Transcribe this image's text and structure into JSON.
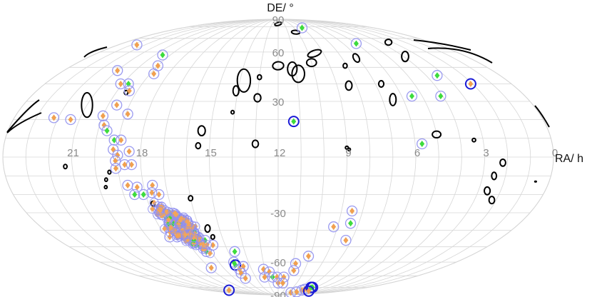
{
  "chart_data": {
    "type": "scatter",
    "projection": "mollweide",
    "xlabel": "RA/ h",
    "ylabel": "DE/ °",
    "xlim": [
      0,
      24
    ],
    "ylim": [
      -90,
      90
    ],
    "grid": true,
    "x_ticks": [
      "0",
      "21",
      "18",
      "15",
      "12",
      "9",
      "6",
      "3"
    ],
    "y_ticks": [
      "90",
      "60",
      "30",
      "-30",
      "-60",
      "-90"
    ],
    "colors": {
      "error_region": "#000000",
      "source_ring": "#9a9af0",
      "source_ring_strong": "#1a1ad6",
      "marker_orange": "#f0a050",
      "marker_green": "#3ddc3d",
      "cluster_fill": "#f2a55a"
    },
    "error_regions": [
      {
        "ra": 9.6,
        "dec": 59,
        "a": 4.6,
        "b": 2.0,
        "rot": -20
      },
      {
        "ra": 10.9,
        "dec": 46,
        "a": 4.1,
        "b": 5.6,
        "rot": 0
      },
      {
        "ra": 10.0,
        "dec": 53,
        "a": 3.2,
        "b": 2.5,
        "rot": 0
      },
      {
        "ra": 11.2,
        "dec": 49,
        "a": 3.1,
        "b": 4.5,
        "rot": 0
      },
      {
        "ra": 12.0,
        "dec": 51,
        "a": 3.6,
        "b": 2.6,
        "rot": -5
      },
      {
        "ra": 13.8,
        "dec": 42,
        "a": 4.3,
        "b": 7.5,
        "rot": 0
      },
      {
        "ra": 14.1,
        "dec": 36,
        "a": 1.9,
        "b": 3.2,
        "rot": 0
      },
      {
        "ra": 8.4,
        "dec": 39,
        "a": 2.1,
        "b": 3.0,
        "rot": 0
      },
      {
        "ra": 8.1,
        "dec": 51,
        "a": 1.3,
        "b": 1.6,
        "rot": 0
      },
      {
        "ra": 5.0,
        "dec": 12,
        "a": 2.8,
        "b": 2.2,
        "rot": 0
      },
      {
        "ra": 3.4,
        "dec": 9,
        "a": 1.1,
        "b": 1.1,
        "rot": 0
      },
      {
        "ra": 12.0,
        "dec": 83,
        "a": 2.3,
        "b": 1.0,
        "rot": -15
      },
      {
        "ra": 3.9,
        "dec": 57,
        "a": 2.3,
        "b": 3.3,
        "rot": 0
      },
      {
        "ra": 3.3,
        "dec": 67,
        "a": 2.2,
        "b": 1.9,
        "rot": 0
      },
      {
        "ra": 7.1,
        "dec": 56,
        "a": 1.8,
        "b": 3.0,
        "rot": -30
      },
      {
        "ra": 21.0,
        "dec": 28,
        "a": 3.6,
        "b": 8.0,
        "rot": 0
      },
      {
        "ra": 19.5,
        "dec": 35,
        "a": 1.2,
        "b": 1.4,
        "rot": 0
      },
      {
        "ra": 13.0,
        "dec": 44,
        "a": 1.3,
        "b": 1.6,
        "rot": 0
      },
      {
        "ra": 13.0,
        "dec": 32,
        "a": 2.2,
        "b": 2.6,
        "rot": 0
      },
      {
        "ra": 14.1,
        "dec": 24,
        "a": 1.0,
        "b": 1.1,
        "rot": 0
      },
      {
        "ra": 15.4,
        "dec": 14,
        "a": 2.4,
        "b": 3.2,
        "rot": 0
      },
      {
        "ra": 13.0,
        "dec": 7,
        "a": 2.0,
        "b": 2.4,
        "rot": 0
      },
      {
        "ra": 9.0,
        "dec": 5,
        "a": 1.0,
        "b": 1.0,
        "rot": 0
      },
      {
        "ra": 8.9,
        "dec": 4,
        "a": 0.8,
        "b": 0.9,
        "rot": 0
      },
      {
        "ra": 6.7,
        "dec": 40,
        "a": 1.7,
        "b": 2.1,
        "rot": 0
      },
      {
        "ra": 6.5,
        "dec": 31,
        "a": 2.1,
        "b": 3.9,
        "rot": 0
      },
      {
        "ra": 10.2,
        "dec": 75,
        "a": 2.7,
        "b": 1.2,
        "rot": 5
      },
      {
        "ra": 2.2,
        "dec": -3,
        "a": 1.8,
        "b": 2.3,
        "rot": 0
      },
      {
        "ra": 2.5,
        "dec": -10,
        "a": 1.6,
        "b": 2.4,
        "rot": 0
      },
      {
        "ra": 2.6,
        "dec": -18,
        "a": 1.9,
        "b": 2.5,
        "rot": 0
      },
      {
        "ra": 2.2,
        "dec": -23,
        "a": 1.8,
        "b": 2.4,
        "rot": 0
      },
      {
        "ra": 0.6,
        "dec": -13,
        "a": 0.5,
        "b": 0.3,
        "rot": 0
      },
      {
        "ra": 15.5,
        "dec": 6,
        "a": 1.6,
        "b": 1.9,
        "rot": 0
      },
      {
        "ra": 16.0,
        "dec": -22,
        "a": 1.4,
        "b": 1.7,
        "rot": 0
      },
      {
        "ra": 15.6,
        "dec": -39,
        "a": 1.7,
        "b": 2.4,
        "rot": 0
      },
      {
        "ra": 15.5,
        "dec": -44,
        "a": 1.2,
        "b": 1.5,
        "rot": 0
      },
      {
        "ra": 16.5,
        "dec": -40,
        "a": 1.8,
        "b": 2.4,
        "rot": 0
      },
      {
        "ra": 19.4,
        "dec": -8,
        "a": 1.0,
        "b": 1.2,
        "rot": 0
      },
      {
        "ra": 19.6,
        "dec": -12,
        "a": 0.9,
        "b": 1.1,
        "rot": 0
      },
      {
        "ra": 19.7,
        "dec": -16,
        "a": 0.9,
        "b": 1.0,
        "rot": 0
      },
      {
        "ra": 21.3,
        "dec": -5,
        "a": 1.1,
        "b": 1.4,
        "rot": 0
      },
      {
        "ra": 17.8,
        "dec": -25,
        "a": 1.3,
        "b": 1.7,
        "rot": 0
      }
    ],
    "sources": [
      {
        "ra": 21.0,
        "dec": 48,
        "ring": "light",
        "marker": "orange"
      },
      {
        "ra": 19.5,
        "dec": 58,
        "ring": "light",
        "marker": "green"
      },
      {
        "ra": 19.0,
        "dec": 51,
        "ring": "light",
        "marker": "orange"
      },
      {
        "ra": 18.8,
        "dec": 46,
        "ring": "light",
        "marker": "orange"
      },
      {
        "ra": 20.1,
        "dec": 40,
        "ring": "light",
        "marker": "orange"
      },
      {
        "ra": 19.7,
        "dec": 40,
        "ring": "light",
        "marker": "green"
      },
      {
        "ra": 19.4,
        "dec": 36,
        "ring": "light",
        "marker": "orange"
      },
      {
        "ra": 19.6,
        "dec": 28,
        "ring": "light",
        "marker": "orange"
      },
      {
        "ra": 20.0,
        "dec": 22,
        "ring": "light",
        "marker": "orange"
      },
      {
        "ra": 18.9,
        "dec": 23,
        "ring": "light",
        "marker": "orange"
      },
      {
        "ra": 19.8,
        "dec": 17,
        "ring": "light",
        "marker": "orange"
      },
      {
        "ra": 19.6,
        "dec": 14,
        "ring": "light",
        "marker": "green"
      },
      {
        "ra": 21.4,
        "dec": 20,
        "ring": "light",
        "marker": "orange"
      },
      {
        "ra": 19.2,
        "dec": 9,
        "ring": "light",
        "marker": "green"
      },
      {
        "ra": 18.9,
        "dec": 9,
        "ring": "light",
        "marker": "orange"
      },
      {
        "ra": 19.2,
        "dec": 4,
        "ring": "light",
        "marker": "orange"
      },
      {
        "ra": 18.5,
        "dec": 3,
        "ring": "light",
        "marker": "orange"
      },
      {
        "ra": 19.0,
        "dec": 1,
        "ring": "light",
        "marker": "orange"
      },
      {
        "ra": 19.1,
        "dec": -2,
        "ring": "light",
        "marker": "orange"
      },
      {
        "ra": 18.4,
        "dec": -4,
        "ring": "light",
        "marker": "orange"
      },
      {
        "ra": 18.7,
        "dec": -4,
        "ring": "light",
        "marker": "orange"
      },
      {
        "ra": 19.1,
        "dec": -6,
        "ring": "light",
        "marker": "orange"
      },
      {
        "ra": 18.7,
        "dec": -15,
        "ring": "light",
        "marker": "orange"
      },
      {
        "ra": 18.3,
        "dec": -16,
        "ring": "light",
        "marker": "orange"
      },
      {
        "ra": 17.6,
        "dec": -15,
        "ring": "light",
        "marker": "orange"
      },
      {
        "ra": 18.5,
        "dec": -20,
        "ring": "light",
        "marker": "green"
      },
      {
        "ra": 18.1,
        "dec": -20,
        "ring": "light",
        "marker": "green"
      },
      {
        "ra": 17.7,
        "dec": -19,
        "ring": "light",
        "marker": "orange"
      },
      {
        "ra": 17.4,
        "dec": -20,
        "ring": "light",
        "marker": "orange"
      },
      {
        "ra": 16.6,
        "dec": -33,
        "ring": "light",
        "marker": "orange"
      },
      {
        "ra": 16.4,
        "dec": -42,
        "ring": "light",
        "marker": "orange"
      },
      {
        "ra": 17.0,
        "dec": -43,
        "ring": "light",
        "marker": "green"
      },
      {
        "ra": 17.4,
        "dec": -44,
        "ring": "light",
        "marker": "orange"
      },
      {
        "ra": 17.8,
        "dec": -44,
        "ring": "light",
        "marker": "orange"
      },
      {
        "ra": 16.0,
        "dec": -46,
        "ring": "light",
        "marker": "green"
      },
      {
        "ra": 15.7,
        "dec": -49,
        "ring": "light",
        "marker": "orange"
      },
      {
        "ra": 16.3,
        "dec": -53,
        "ring": "light",
        "marker": "green"
      },
      {
        "ra": 14.6,
        "dec": -53,
        "ring": "light",
        "marker": "green"
      },
      {
        "ra": 15.0,
        "dec": -60,
        "ring": "light",
        "marker": "green"
      },
      {
        "ra": 15.0,
        "dec": -62,
        "ring": "strong",
        "marker": "green"
      },
      {
        "ra": 14.9,
        "dec": -65,
        "ring": "light",
        "marker": "orange"
      },
      {
        "ra": 14.5,
        "dec": -63,
        "ring": "light",
        "marker": "orange"
      },
      {
        "ra": 15.0,
        "dec": -68,
        "ring": "light",
        "marker": "orange"
      },
      {
        "ra": 15.0,
        "dec": -72,
        "ring": "light",
        "marker": "orange"
      },
      {
        "ra": 16.9,
        "dec": -64,
        "ring": "light",
        "marker": "orange"
      },
      {
        "ra": 13.1,
        "dec": -65,
        "ring": "light",
        "marker": "orange"
      },
      {
        "ra": 12.7,
        "dec": -67,
        "ring": "light",
        "marker": "orange"
      },
      {
        "ra": 13.2,
        "dec": -71,
        "ring": "light",
        "marker": "orange"
      },
      {
        "ra": 12.5,
        "dec": -71,
        "ring": "light",
        "marker": "green"
      },
      {
        "ra": 12.1,
        "dec": -71,
        "ring": "light",
        "marker": "orange"
      },
      {
        "ra": 12.0,
        "dec": -76,
        "ring": "light",
        "marker": "orange"
      },
      {
        "ra": 11.5,
        "dec": -71,
        "ring": "light",
        "marker": "orange"
      },
      {
        "ra": 11.5,
        "dec": -76,
        "ring": "light",
        "marker": "orange"
      },
      {
        "ra": 10.8,
        "dec": -61,
        "ring": "light",
        "marker": "orange"
      },
      {
        "ra": 10.8,
        "dec": -66,
        "ring": "light",
        "marker": "orange"
      },
      {
        "ra": 10.1,
        "dec": -56,
        "ring": "light",
        "marker": "orange"
      },
      {
        "ra": 9.2,
        "dec": -38,
        "ring": "light",
        "marker": "orange"
      },
      {
        "ra": 8.5,
        "dec": -29,
        "ring": "light",
        "marker": "orange"
      },
      {
        "ra": 8.4,
        "dec": -36,
        "ring": "light",
        "marker": "green"
      },
      {
        "ra": 8.3,
        "dec": -46,
        "ring": "light",
        "marker": "orange"
      },
      {
        "ra": 8.0,
        "dec": -83,
        "ring": "light",
        "marker": "orange"
      },
      {
        "ra": 7.9,
        "dec": -82,
        "ring": "light",
        "marker": "orange"
      },
      {
        "ra": 7.6,
        "dec": -80,
        "ring": "strong",
        "marker": "green"
      },
      {
        "ra": 7.4,
        "dec": -80,
        "ring": "strong",
        "marker": "green"
      },
      {
        "ra": 8.9,
        "dec": -86,
        "ring": "light",
        "marker": "orange"
      },
      {
        "ra": 8.1,
        "dec": -85,
        "ring": "light",
        "marker": "orange"
      },
      {
        "ra": 6.3,
        "dec": -84,
        "ring": "strong",
        "marker": "orange"
      },
      {
        "ra": 20.3,
        "dec": -83,
        "ring": "strong",
        "marker": "orange"
      },
      {
        "ra": 11.3,
        "dec": 19,
        "ring": "strong",
        "marker": "green"
      },
      {
        "ra": 2.1,
        "dec": 40,
        "ring": "strong",
        "marker": "orange"
      },
      {
        "ra": 3.4,
        "dec": 45,
        "ring": "light",
        "marker": "green"
      },
      {
        "ra": 5.5,
        "dec": 33,
        "ring": "light",
        "marker": "green"
      },
      {
        "ra": 4.1,
        "dec": 33,
        "ring": "light",
        "marker": "green"
      },
      {
        "ra": 6.0,
        "dec": 66,
        "ring": "light",
        "marker": "green"
      },
      {
        "ra": 9.0,
        "dec": 79,
        "ring": "light",
        "marker": "green"
      },
      {
        "ra": 5.7,
        "dec": 7,
        "ring": "light",
        "marker": "green"
      },
      {
        "ra": 22.6,
        "dec": 65,
        "ring": "light",
        "marker": "orange"
      },
      {
        "ra": 22.2,
        "dec": 21,
        "ring": "light",
        "marker": "orange"
      }
    ]
  }
}
